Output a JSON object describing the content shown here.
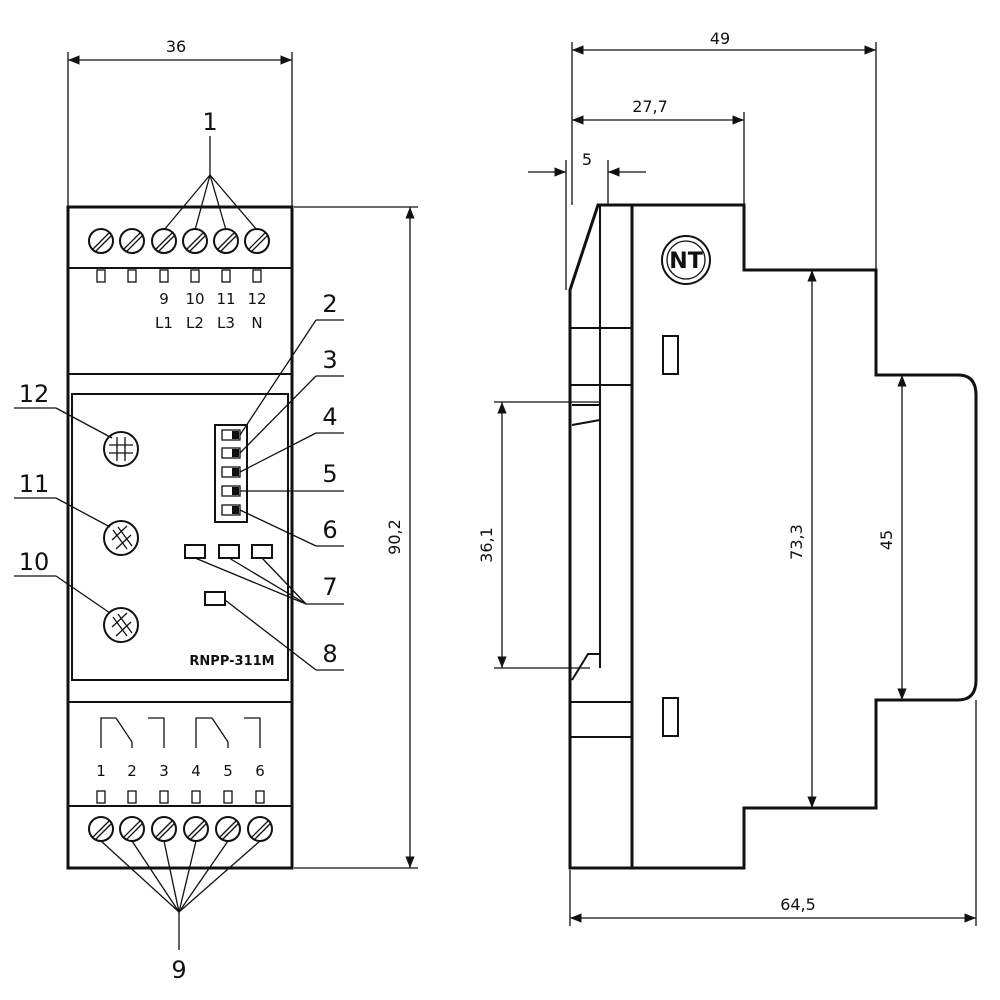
{
  "front_view": {
    "width_dim": "36",
    "height_dim": "90,2",
    "terminal_numbers_top": [
      "9",
      "10",
      "11",
      "12"
    ],
    "terminal_phases_top": [
      "L1",
      "L2",
      "L3",
      "N"
    ],
    "terminal_numbers_bottom": [
      "1",
      "2",
      "3",
      "4",
      "5",
      "6"
    ],
    "model_label": "RNPP-311M",
    "callouts": [
      "1",
      "2",
      "3",
      "4",
      "5",
      "6",
      "7",
      "8",
      "9",
      "10",
      "11",
      "12"
    ]
  },
  "side_view": {
    "overall_depth_dim": "49",
    "front_depth_dim": "27,7",
    "lip_dim": "5",
    "body_height_dim": "73,3",
    "rail_slot_dim": "36,1",
    "rail_face_dim": "45",
    "total_depth_dim": "64,5",
    "logo_text": "NT"
  }
}
